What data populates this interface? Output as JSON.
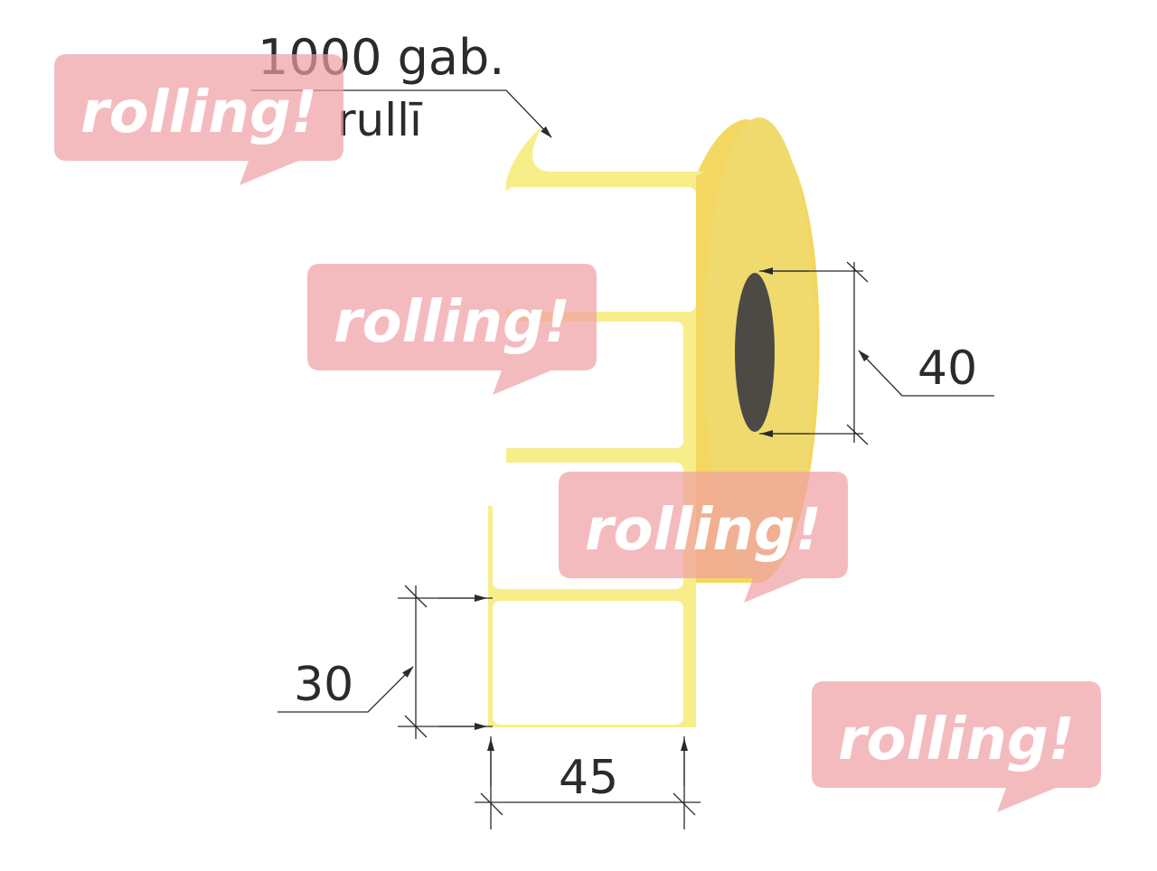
{
  "quantity": {
    "count_text": "1000 gab.",
    "unit_text": "rullī"
  },
  "dimensions": {
    "core_diameter": "40",
    "label_height": "30",
    "label_width": "45"
  },
  "watermark": {
    "text": "rolling!"
  },
  "colors": {
    "roll_face": "#f0da6e",
    "roll_edge": "#f3d35a",
    "label_outline": "#f7ee8a",
    "core": "#4d4a46",
    "line": "#2b2b2b",
    "watermark": "#ef9ea4"
  }
}
